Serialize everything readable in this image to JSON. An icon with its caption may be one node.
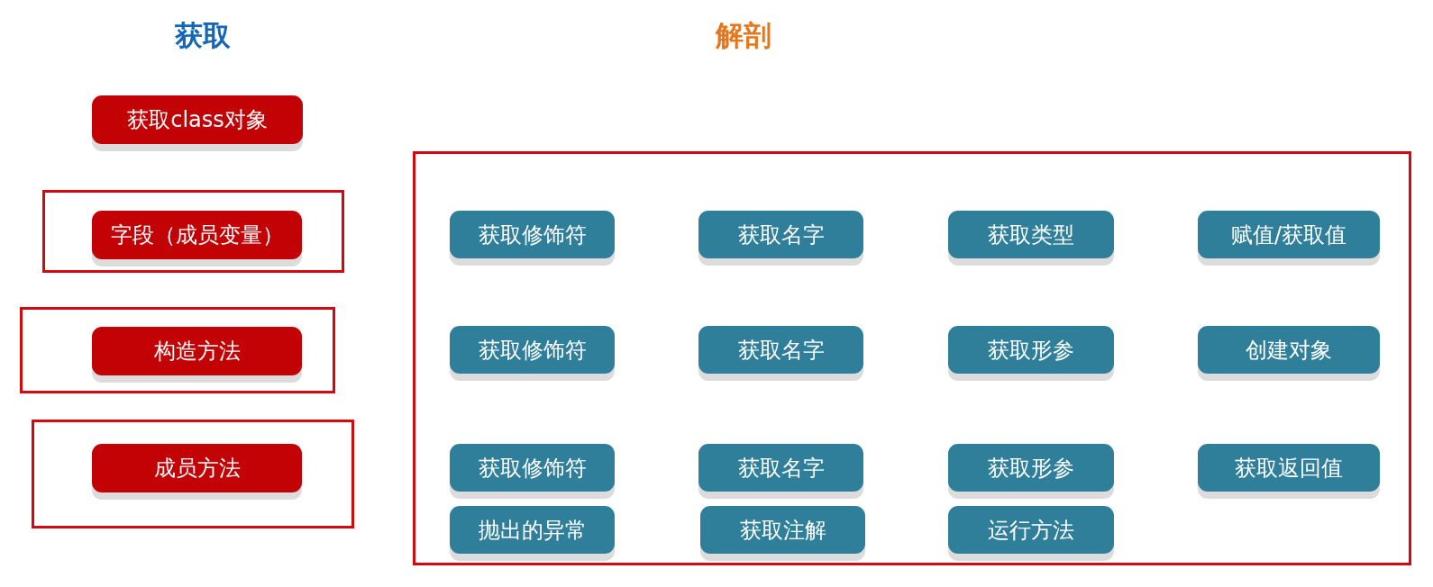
{
  "diagram": {
    "nodes": [
      {
        "text": [
          "获取class对象"
        ]
      },
      {
        "text": [],
        "shape": "box"
      },
      {
        "text": [
          "字段（成员变量）"
        ],
        "in": 1
      },
      {
        "text": [],
        "shape": "box"
      },
      {
        "text": [
          "构造方法"
        ],
        "in": 3
      },
      {
        "text": [],
        "shape": "box"
      },
      {
        "text": [
          "成员方法"
        ],
        "in": 5
      },
      {
        "text": [],
        "shape": "box"
      },
      {
        "text": [
          "获取修饰符"
        ],
        "in": 7
      },
      {
        "text": [
          "获取名字"
        ],
        "in": 7
      },
      {
        "text": [
          "获取类型"
        ],
        "in": 7
      },
      {
        "text": [
          "赋值/获取值"
        ],
        "in": 7
      },
      {
        "text": [
          "获取修饰符"
        ],
        "in": 7
      },
      {
        "text": [
          "获取名字"
        ],
        "in": 7
      },
      {
        "text": [
          "获取形参"
        ],
        "in": 7
      },
      {
        "text": [
          "创建对象"
        ],
        "in": 7
      },
      {
        "text": [
          "获取修饰符"
        ],
        "in": 7
      },
      {
        "text": [
          "获取名字"
        ],
        "in": 7
      },
      {
        "text": [
          "获取形参"
        ],
        "in": 7
      },
      {
        "text": [
          "获取返回值"
        ],
        "in": 7
      },
      {
        "text": [
          "抛出的异常"
        ],
        "in": 7
      },
      {
        "text": [
          "获取注解"
        ],
        "in": 7
      },
      {
        "text": [
          "运行方法"
        ],
        "in": 7
      }
    ],
    "labels": [
      "获取",
      "解剖"
    ]
  }
}
